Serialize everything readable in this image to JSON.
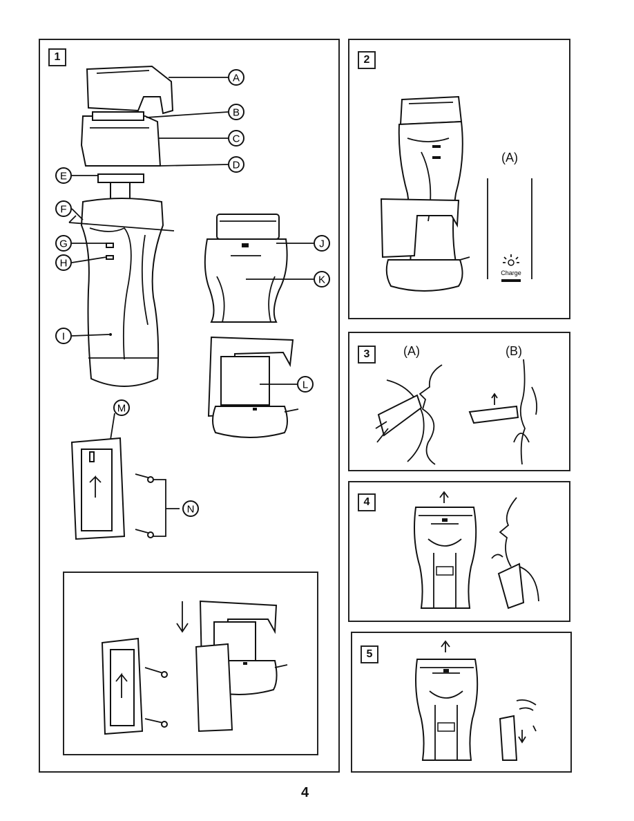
{
  "panels": {
    "p1": {
      "number": "1",
      "callouts": [
        "A",
        "B",
        "C",
        "D",
        "E",
        "F",
        "G",
        "H",
        "I",
        "J",
        "K",
        "L",
        "M",
        "N"
      ]
    },
    "p2": {
      "number": "2",
      "sub_a": "(A)",
      "indicator_text": "Charge"
    },
    "p3": {
      "number": "3",
      "sub_a": "(A)",
      "sub_b": "(B)"
    },
    "p4": {
      "number": "4"
    },
    "p5": {
      "number": "5"
    }
  },
  "page_number": "4"
}
